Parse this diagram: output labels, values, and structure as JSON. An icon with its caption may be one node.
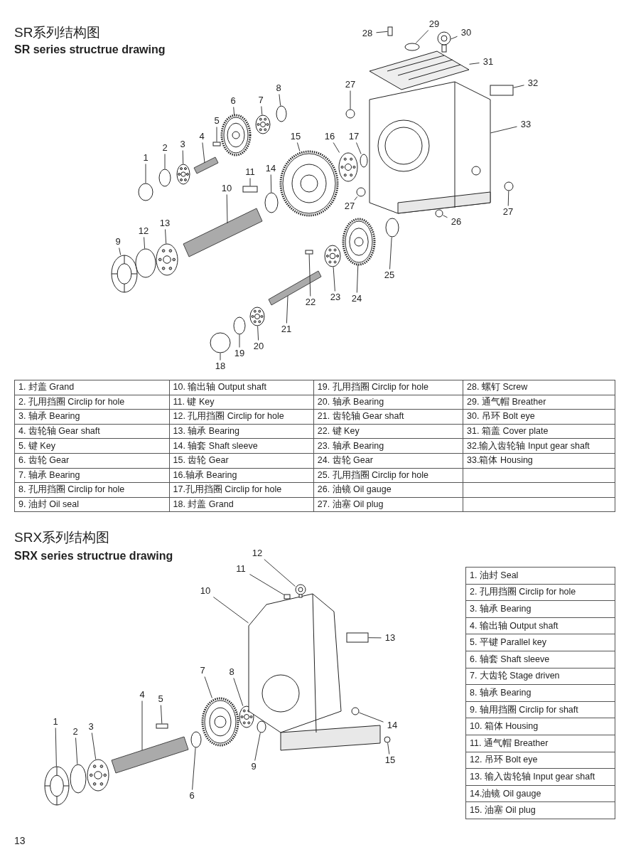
{
  "diagram": {
    "title": "SR系列结构图",
    "nodes": [
      {
        "text": [
          "1"
        ]
      },
      {
        "text": [
          "2"
        ]
      },
      {
        "text": [
          "3"
        ]
      },
      {
        "text": [
          "4"
        ]
      },
      {
        "text": [
          "5"
        ]
      },
      {
        "text": [
          "6"
        ]
      },
      {
        "text": [
          "7"
        ]
      },
      {
        "text": [
          "8"
        ]
      },
      {
        "text": [
          "9"
        ]
      },
      {
        "text": [
          "10"
        ]
      },
      {
        "text": [
          "11"
        ]
      },
      {
        "text": [
          "12"
        ]
      },
      {
        "text": [
          "13"
        ]
      },
      {
        "text": [
          "14"
        ]
      },
      {
        "text": [
          "15"
        ]
      },
      {
        "text": [
          "16"
        ]
      },
      {
        "text": [
          "17"
        ]
      },
      {
        "text": [
          "18"
        ]
      },
      {
        "text": [
          "19"
        ]
      },
      {
        "text": [
          "20"
        ]
      },
      {
        "text": [
          "21"
        ]
      },
      {
        "text": [
          "22"
        ]
      },
      {
        "text": [
          "23"
        ]
      },
      {
        "text": [
          "24"
        ]
      },
      {
        "text": [
          "25"
        ]
      },
      {
        "text": [
          "26"
        ]
      },
      {
        "text": [
          "27"
        ]
      },
      {
        "text": [
          "27"
        ]
      },
      {
        "text": [
          "27"
        ]
      },
      {
        "text": [
          "28"
        ]
      },
      {
        "text": [
          "29"
        ]
      },
      {
        "text": [
          "30"
        ]
      },
      {
        "text": [
          "31"
        ]
      },
      {
        "text": [
          "32"
        ]
      },
      {
        "text": [
          "33"
        ]
      },
      {
        "text": [
          "1"
        ]
      },
      {
        "text": [
          "2"
        ]
      },
      {
        "text": [
          "3"
        ]
      },
      {
        "text": [
          "4"
        ]
      },
      {
        "text": [
          "5"
        ]
      },
      {
        "text": [
          "6"
        ]
      },
      {
        "text": [
          "7"
        ]
      },
      {
        "text": [
          "8"
        ]
      },
      {
        "text": [
          "9"
        ]
      },
      {
        "text": [
          "10"
        ]
      },
      {
        "text": [
          "11"
        ]
      },
      {
        "text": [
          "12"
        ]
      },
      {
        "text": [
          "13"
        ]
      },
      {
        "text": [
          "14"
        ]
      },
      {
        "text": [
          "15"
        ]
      },
      {
        "text": [],
        "shape": "circle"
      },
      {
        "text": [],
        "shape": "circle"
      },
      {
        "text": [],
        "shape": "picture"
      },
      {
        "text": [],
        "shape": "bar"
      },
      {
        "text": [],
        "shape": "box"
      },
      {
        "text": [],
        "shape": "picture"
      },
      {
        "text": [],
        "shape": "picture"
      },
      {
        "text": [],
        "shape": "circle"
      },
      {
        "text": [],
        "shape": "picture"
      },
      {
        "text": [],
        "shape": "bar"
      },
      {
        "text": [],
        "shape": "box"
      },
      {
        "text": [],
        "shape": "circle"
      },
      {
        "text": [],
        "shape": "picture"
      },
      {
        "text": [],
        "shape": "circle"
      },
      {
        "text": [],
        "shape": "picture"
      },
      {
        "text": [],
        "shape": "picture"
      },
      {
        "text": [],
        "shape": "circle"
      },
      {
        "text": [],
        "shape": "circle"
      },
      {
        "text": [],
        "shape": "circle"
      },
      {
        "text": [],
        "shape": "picture"
      },
      {
        "text": [],
        "shape": "bar"
      },
      {
        "text": [],
        "shape": "box"
      },
      {
        "text": [],
        "shape": "picture"
      },
      {
        "text": [],
        "shape": "picture"
      },
      {
        "text": [],
        "shape": "circle"
      },
      {
        "text": [],
        "shape": "circle"
      },
      {
        "text": [],
        "shape": "circle"
      },
      {
        "text": [],
        "shape": "circle"
      },
      {
        "text": [],
        "shape": "circle"
      },
      {
        "text": [],
        "shape": "box"
      },
      {
        "text": [],
        "shape": "circle"
      },
      {
        "text": [],
        "shape": "picture"
      },
      {
        "text": [],
        "shape": "picture"
      },
      {
        "text": [],
        "shape": "box"
      },
      {
        "text": [],
        "shape": "picture"
      },
      {
        "text": [],
        "shape": "picture"
      },
      {
        "text": [],
        "shape": "circle"
      },
      {
        "text": [],
        "shape": "picture"
      },
      {
        "text": [],
        "shape": "bar"
      },
      {
        "text": [],
        "shape": "box"
      },
      {
        "text": [],
        "shape": "circle"
      },
      {
        "text": [],
        "shape": "picture"
      },
      {
        "text": [],
        "shape": "picture"
      },
      {
        "text": [],
        "shape": "circle"
      },
      {
        "text": [],
        "shape": "picture"
      },
      {
        "text": [],
        "shape": "box"
      },
      {
        "text": [],
        "shape": "picture"
      },
      {
        "text": [],
        "shape": "box"
      },
      {
        "text": [],
        "shape": "circle"
      },
      {
        "text": [],
        "shape": "circle"
      }
    ],
    "edges": [
      {
        "from": 0,
        "to": 50,
        "arrow": "none"
      },
      {
        "from": 1,
        "to": 51,
        "arrow": "none"
      },
      {
        "from": 2,
        "to": 52,
        "arrow": "none"
      },
      {
        "from": 3,
        "to": 53,
        "arrow": "none"
      },
      {
        "from": 4,
        "to": 54,
        "arrow": "none"
      },
      {
        "from": 5,
        "to": 55,
        "arrow": "none"
      },
      {
        "from": 6,
        "to": 56,
        "arrow": "none"
      },
      {
        "from": 7,
        "to": 57,
        "arrow": "none"
      },
      {
        "from": 8,
        "to": 58,
        "arrow": "none"
      },
      {
        "from": 9,
        "to": 59,
        "arrow": "none"
      },
      {
        "from": 10,
        "to": 60,
        "arrow": "none"
      },
      {
        "from": 11,
        "to": 61,
        "arrow": "none"
      },
      {
        "from": 12,
        "to": 62,
        "arrow": "none"
      },
      {
        "from": 13,
        "to": 63,
        "arrow": "none"
      },
      {
        "from": 14,
        "to": 64,
        "arrow": "none"
      },
      {
        "from": 15,
        "to": 65,
        "arrow": "none"
      },
      {
        "from": 16,
        "to": 66,
        "arrow": "none"
      },
      {
        "from": 17,
        "to": 67,
        "arrow": "none"
      },
      {
        "from": 18,
        "to": 68,
        "arrow": "none"
      },
      {
        "from": 19,
        "to": 69,
        "arrow": "none"
      },
      {
        "from": 20,
        "to": 70,
        "arrow": "none"
      },
      {
        "from": 21,
        "to": 71,
        "arrow": "none"
      },
      {
        "from": 22,
        "to": 72,
        "arrow": "none"
      },
      {
        "from": 23,
        "to": 73,
        "arrow": "none"
      },
      {
        "from": 24,
        "to": 74,
        "arrow": "none"
      },
      {
        "from": 25,
        "to": 75,
        "arrow": "none"
      },
      {
        "from": 26,
        "to": 76,
        "arrow": "none"
      },
      {
        "from": 27,
        "to": 77,
        "arrow": "none"
      },
      {
        "from": 28,
        "to": 78,
        "arrow": "none"
      },
      {
        "from": 29,
        "to": 79,
        "arrow": "none"
      },
      {
        "from": 30,
        "to": 80,
        "arrow": "none"
      },
      {
        "from": 31,
        "to": 81,
        "arrow": "none"
      },
      {
        "from": 32,
        "to": 82,
        "arrow": "none"
      },
      {
        "from": 33,
        "to": 83,
        "arrow": "none"
      },
      {
        "from": 34,
        "to": 84,
        "arrow": "none"
      },
      {
        "from": 35,
        "to": 85,
        "arrow": "none"
      },
      {
        "from": 36,
        "to": 86,
        "arrow": "none"
      },
      {
        "from": 37,
        "to": 87,
        "arrow": "none"
      },
      {
        "from": 38,
        "to": 88,
        "arrow": "none"
      },
      {
        "from": 39,
        "to": 89,
        "arrow": "none"
      },
      {
        "from": 40,
        "to": 90,
        "arrow": "none"
      },
      {
        "from": 41,
        "to": 91,
        "arrow": "none"
      },
      {
        "from": 42,
        "to": 92,
        "arrow": "none"
      },
      {
        "from": 43,
        "to": 93,
        "arrow": "none"
      },
      {
        "from": 44,
        "to": 94,
        "arrow": "none"
      },
      {
        "from": 45,
        "to": 95,
        "arrow": "none"
      },
      {
        "from": 46,
        "to": 96,
        "arrow": "none"
      },
      {
        "from": 47,
        "to": 97,
        "arrow": "none"
      },
      {
        "from": 48,
        "to": 98,
        "arrow": "none"
      },
      {
        "from": 49,
        "to": 99,
        "arrow": "none"
      }
    ],
    "labels": [
      "SR series structrue drawing",
      "1. 封盖 Grand",
      "10. 输出轴 Output shaft",
      "19. 孔用挡圈 Circlip for hole",
      "28. 螺钉 Screw",
      "2. 孔用挡圈 Circlip for hole",
      "11. 键 Key",
      "20. 轴承 Bearing",
      "29. 通气帽 Breather",
      "3. 轴承 Bearing",
      "12. 孔用挡圈 Circlip for hole",
      "21. 齿轮轴 Gear shaft",
      "30. 吊环 Bolt eye",
      "4. 齿轮轴 Gear shaft",
      "13. 轴承 Bearing",
      "22. 键 Key",
      "31. 箱盖 Cover plate",
      "5. 键 Key",
      "14. 轴套 Shaft sleeve",
      "23. 轴承 Bearing",
      "32.输入齿轮轴 Input gear shaft",
      "6. 齿轮 Gear",
      "15. 齿轮 Gear",
      "24. 齿轮 Gear",
      "33.箱体 Housing",
      "7. 轴承 Bearing",
      "16.轴承 Bearing",
      "25. 孔用挡圈 Circlip for hole",
      "8. 孔用挡圈 Circlip for hole",
      "17.孔用挡圈 Circlip for hole",
      "26. 油镜 Oil gauge",
      "9. 油封 Oil seal",
      "18. 封盖 Grand",
      "27. 油塞 Oil plug",
      "SRX系列结构图",
      "SRX series structrue drawing",
      "1. 油封 Seal",
      "2. 孔用挡圈 Circlip for hole",
      "3. 轴承 Bearing",
      "4. 输出轴 Output shaft",
      "5. 平键 Parallel key",
      "6. 轴套 Shaft sleeve",
      "7. 大齿轮 Stage driven",
      "8. 轴承 Bearing",
      "9. 轴用挡圈 Circlip for shaft",
      "10. 箱体 Housing",
      "11. 通气帽 Breather",
      "12. 吊环 Bolt eye",
      "13. 输入齿轮轴 Input gear shaft",
      "14.油镜 Oil gauge",
      "15. 油塞 Oil plug",
      "13"
    ]
  }
}
